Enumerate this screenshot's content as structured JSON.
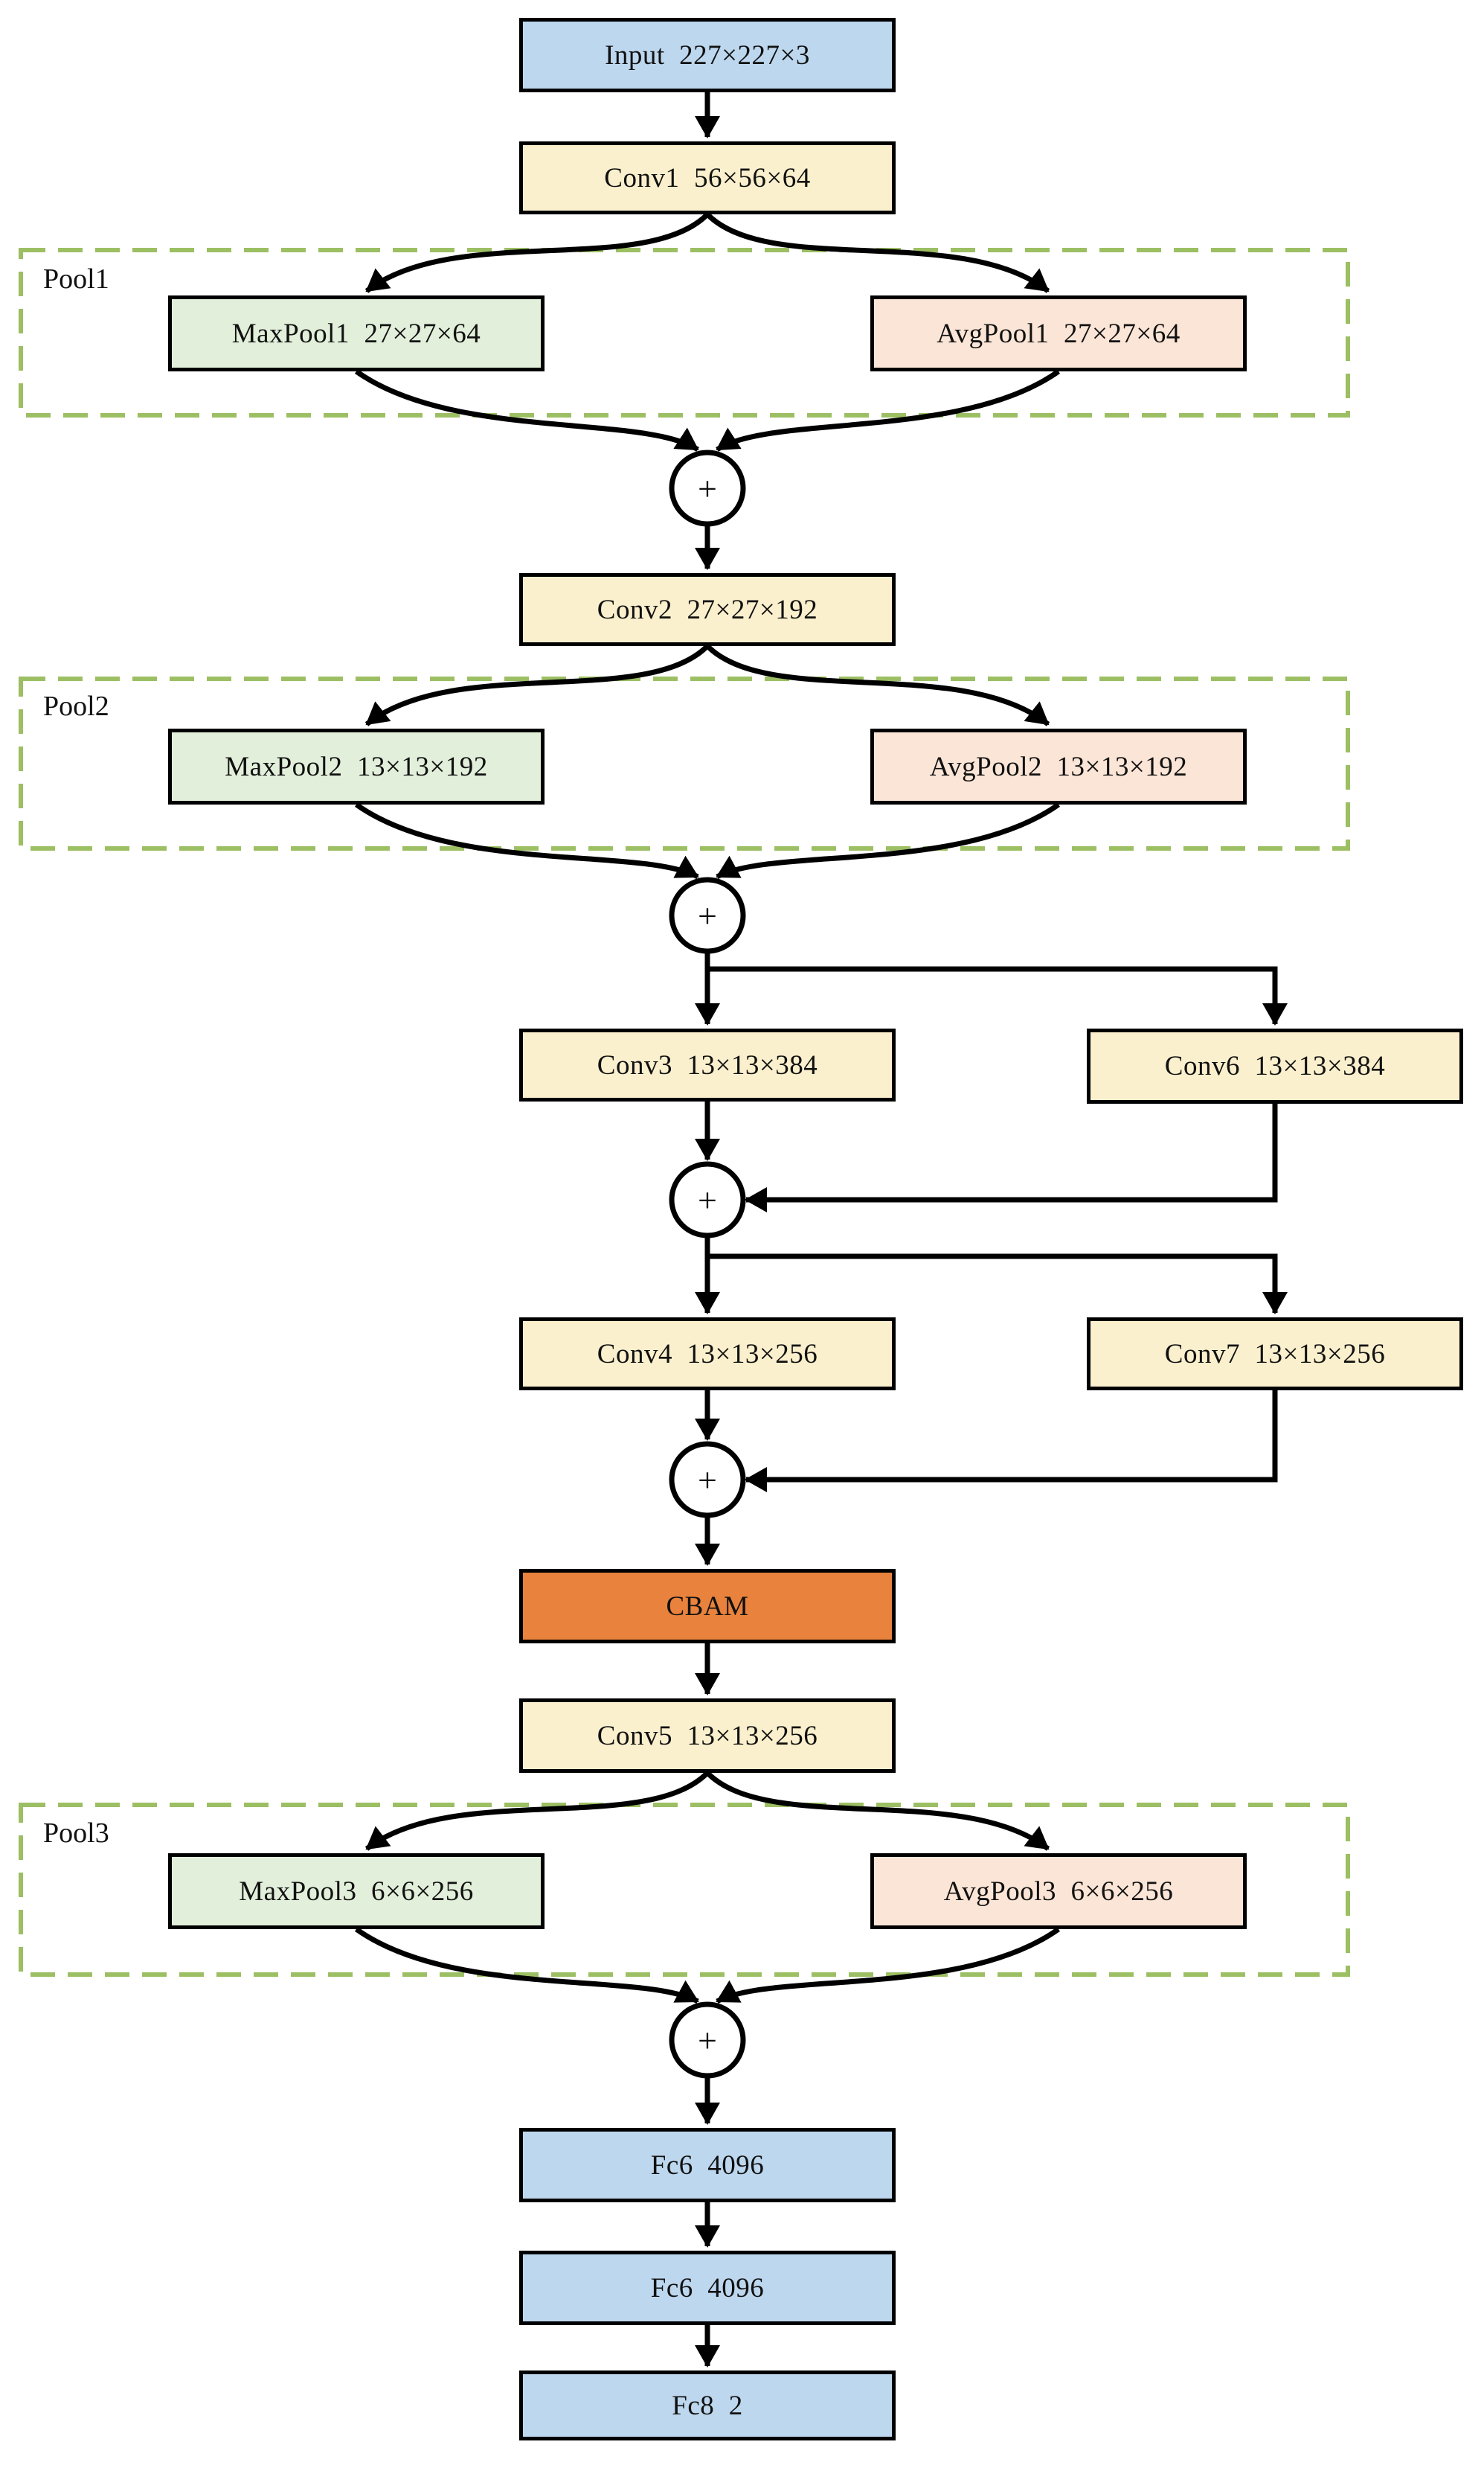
{
  "figure": {
    "merge_symbol": "+",
    "pools": [
      {
        "label": "Pool1"
      },
      {
        "label": "Pool2"
      },
      {
        "label": "Pool3"
      }
    ],
    "nodes": {
      "input": "Input  227×227×3",
      "conv1": "Conv1  56×56×64",
      "maxpool1": "MaxPool1  27×27×64",
      "avgpool1": "AvgPool1  27×27×64",
      "conv2": "Conv2  27×27×192",
      "maxpool2": "MaxPool2  13×13×192",
      "avgpool2": "AvgPool2  13×13×192",
      "conv3": "Conv3  13×13×384",
      "conv6": "Conv6  13×13×384",
      "conv4": "Conv4  13×13×256",
      "conv7": "Conv7  13×13×256",
      "cbam": "CBAM",
      "conv5": "Conv5  13×13×256",
      "maxpool3": "MaxPool3  6×6×256",
      "avgpool3": "AvgPool3  6×6×256",
      "fc6a": "Fc6  4096",
      "fc6b": "Fc6  4096",
      "fc8": "Fc8  2"
    },
    "edges": [
      "Input->Conv1",
      "Conv1->MaxPool1",
      "Conv1->AvgPool1",
      "MaxPool1->add1",
      "AvgPool1->add1",
      "add1->Conv2",
      "Conv2->MaxPool2",
      "Conv2->AvgPool2",
      "MaxPool2->add2",
      "AvgPool2->add2",
      "add2->Conv3",
      "add2->Conv6",
      "Conv3->add3",
      "Conv6->add3",
      "add3->Conv4",
      "add3->Conv7",
      "Conv4->add4",
      "Conv7->add4",
      "add4->CBAM",
      "CBAM->Conv5",
      "Conv5->MaxPool3",
      "Conv5->AvgPool3",
      "MaxPool3->add5",
      "AvgPool3->add5",
      "add5->Fc6",
      "Fc6->Fc6",
      "Fc6->Fc8"
    ],
    "colors": {
      "input_fc_fill": "#BDD7EE",
      "conv_fill": "#FBF0CD",
      "maxpool_fill": "#E2EFDA",
      "avgpool_fill": "#FBE5D6",
      "cbam_fill": "#E8823C",
      "pool_group_border": "#9CBF63",
      "line": "#000000"
    }
  }
}
